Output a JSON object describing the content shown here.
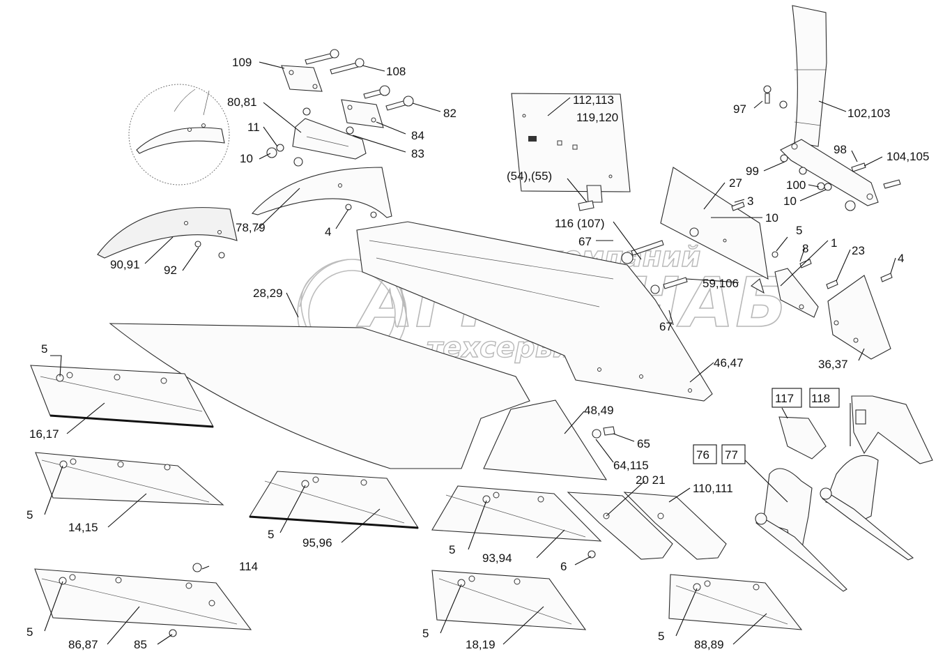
{
  "watermark": {
    "line1": "группа компаний",
    "line2": "АГРОСНАБ",
    "line3": "техсервис"
  },
  "labels": [
    "109",
    "108",
    "80,81",
    "82",
    "11",
    "84",
    "10",
    "83",
    "112,113",
    "119,120",
    "97",
    "102,103",
    "98",
    "104,105",
    "99",
    "100",
    "10",
    "27",
    "3",
    "(54),(55)",
    "116 (107)",
    "10",
    "78,79",
    "4",
    "90,91",
    "92",
    "5",
    "8",
    "1",
    "23",
    "67",
    "4",
    "59,106",
    "28,29",
    "67",
    "36,37",
    "46,47",
    "5",
    "16,17",
    "48,49",
    "65",
    "117",
    "118",
    "76",
    "77",
    "5",
    "64,115",
    "20 21",
    "110,111",
    "14,15",
    "5",
    "95,96",
    "93,94",
    "5",
    "6",
    "114",
    "5",
    "86,87",
    "85",
    "5",
    "18,19",
    "5",
    "88,89"
  ]
}
